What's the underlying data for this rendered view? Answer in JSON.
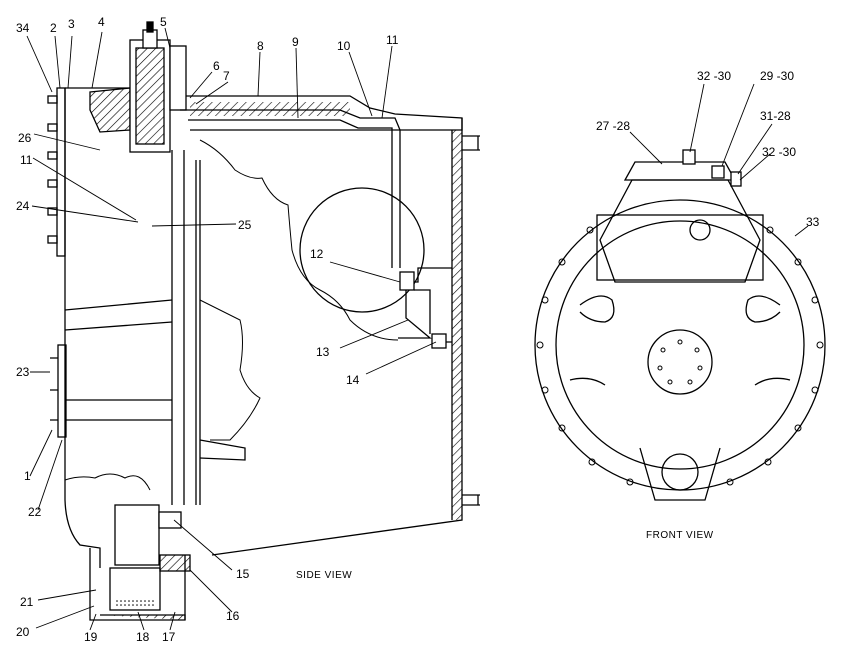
{
  "views": {
    "side": "SIDE VIEW",
    "front": "FRONT VIEW"
  },
  "callouts": {
    "c34": "34",
    "c2": "2",
    "c3": "3",
    "c4": "4",
    "c5": "5",
    "c6": "6",
    "c7": "7",
    "c8": "8",
    "c9": "9",
    "c10": "10",
    "c11a": "11",
    "c26": "26",
    "c11b": "11",
    "c24": "24",
    "c25": "25",
    "c12": "12",
    "c13": "13",
    "c14": "14",
    "c23": "23",
    "c1": "1",
    "c22": "22",
    "c15": "15",
    "c16": "16",
    "c21": "21",
    "c20": "20",
    "c19": "19",
    "c18": "18",
    "c17": "17",
    "f32a": "32 -30",
    "f29": "29 -30",
    "f27": "27 -28",
    "f31": "31-28",
    "f32b": "32 -30",
    "f33": "33"
  }
}
